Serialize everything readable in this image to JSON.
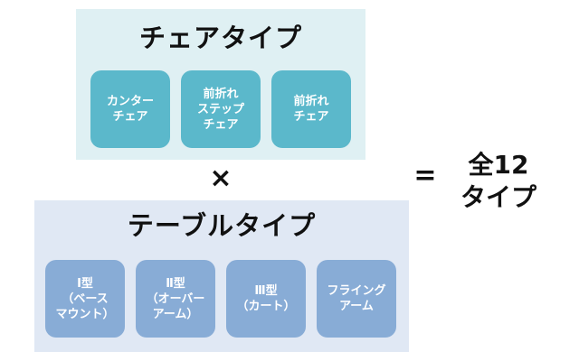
{
  "chair_types": {
    "title": "チェアタイプ",
    "items": [
      {
        "label": "カンター\nチェア"
      },
      {
        "label": "前折れ\nステップ\nチェア"
      },
      {
        "label": "前折れ\nチェア"
      }
    ]
  },
  "operator_times": "×",
  "table_types": {
    "title": "テーブルタイプ",
    "items": [
      {
        "label": "Ⅰ型\n（ベース\nマウント）"
      },
      {
        "label": "Ⅱ型\n（オーバー\nアーム）"
      },
      {
        "label": "Ⅲ型\n（カート）"
      },
      {
        "label": "フライング\nアーム"
      }
    ]
  },
  "operator_equals": "=",
  "result": "全12\nタイプ",
  "colors": {
    "chair_panel_bg": "#dff0f3",
    "chair_card": "#5bb8cb",
    "table_panel_bg": "#e0e8f4",
    "table_card": "#88acd6"
  }
}
